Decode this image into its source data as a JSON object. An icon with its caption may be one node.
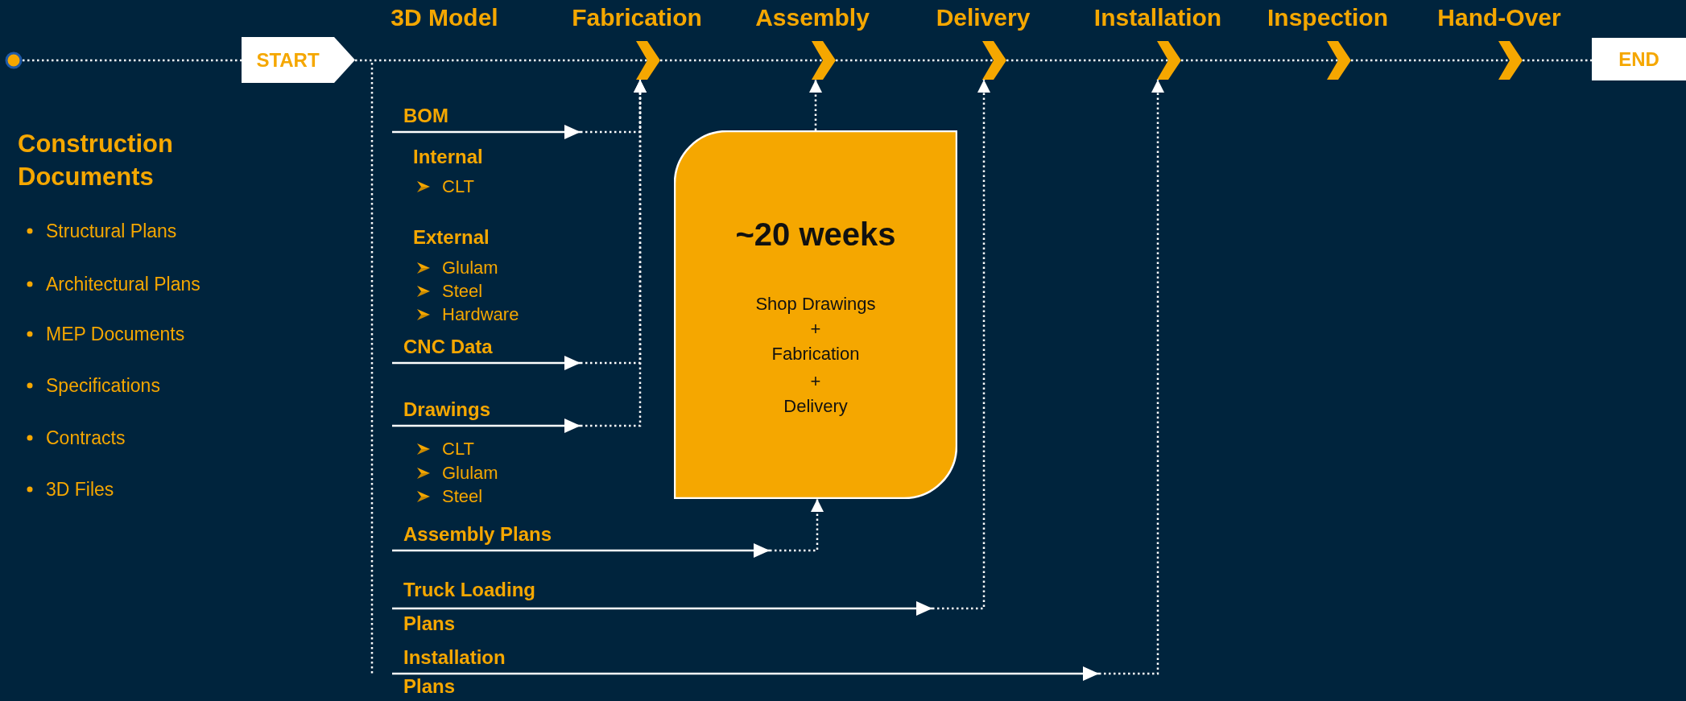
{
  "diagram": {
    "nodes": [
      {
        "text": [],
        "shape": "circle"
      },
      {
        "text": [
          "START"
        ]
      },
      {
        "text": [
          "Fabrication"
        ]
      },
      {
        "text": [
          "Assembly"
        ]
      },
      {
        "text": [
          "Delivery"
        ]
      },
      {
        "text": [
          "Installation"
        ]
      },
      {
        "text": [
          "Inspection"
        ]
      },
      {
        "text": [
          "Hand-Over"
        ]
      },
      {
        "text": [
          "END"
        ]
      },
      {
        "text": [
          "BOM"
        ]
      },
      {
        "text": [
          "CNC Data"
        ]
      },
      {
        "text": [
          "Drawings"
        ]
      },
      {
        "text": [
          "Assembly Plans"
        ]
      },
      {
        "text": [
          "Truck Loading Plans"
        ]
      },
      {
        "text": [
          "Installation Plans"
        ]
      },
      {
        "text": [
          "~20 weeks",
          "Shop Drawings",
          "+",
          "Fabrication",
          "+",
          "Delivery"
        ]
      }
    ],
    "edges": [
      {
        "from": 0,
        "to": 1,
        "arrow": "none",
        "style": "dashed"
      },
      {
        "from": 1,
        "to": 2,
        "arrow": "none",
        "style": "dashed"
      },
      {
        "from": 2,
        "to": 3,
        "arrow": "none",
        "style": "dashed"
      },
      {
        "from": 3,
        "to": 4,
        "arrow": "none",
        "style": "dashed"
      },
      {
        "from": 4,
        "to": 5,
        "arrow": "none",
        "style": "dashed"
      },
      {
        "from": 5,
        "to": 6,
        "arrow": "none",
        "style": "dashed"
      },
      {
        "from": 6,
        "to": 7,
        "arrow": "none",
        "style": "dashed"
      },
      {
        "from": 7,
        "to": 8,
        "arrow": "none",
        "style": "dashed"
      },
      {
        "from": 9,
        "to": 2,
        "arrow": "to"
      },
      {
        "from": 10,
        "to": 2,
        "arrow": "to"
      },
      {
        "from": 11,
        "to": 2,
        "arrow": "to"
      },
      {
        "from": 12,
        "to": 15,
        "arrow": "to"
      },
      {
        "from": 15,
        "to": 3,
        "arrow": "to",
        "style": "dashed"
      },
      {
        "from": 13,
        "to": 4,
        "arrow": "to"
      },
      {
        "from": 14,
        "to": 5,
        "arrow": "to"
      }
    ],
    "labels": [
      "3D Model",
      "Construction Documents",
      "Structural Plans",
      "Architectural Plans",
      "MEP Documents",
      "Specifications",
      "Contracts",
      "3D Files",
      "Internal",
      "CLT",
      "External",
      "Glulam",
      "Steel",
      "Hardware",
      "CLT",
      "Glulam",
      "Steel"
    ]
  }
}
